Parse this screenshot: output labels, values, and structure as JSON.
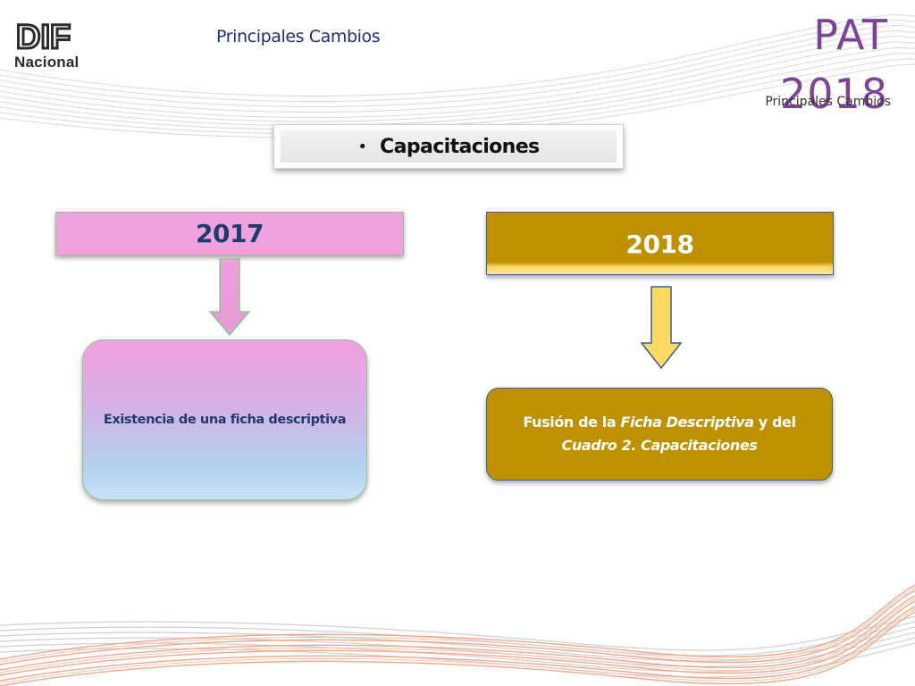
{
  "header": {
    "logo_top": "DIF",
    "logo_bottom": "Nacional",
    "title": "Principales Cambios",
    "pat_line1": "PAT",
    "pat_line2": "2018",
    "pat_subtitle": "Principales Cambios"
  },
  "banner": {
    "bullet": "•",
    "text": "Capacitaciones"
  },
  "left": {
    "year": "2017",
    "description": "Existencia de una ficha descriptiva"
  },
  "right": {
    "year": "2018",
    "description_parts": [
      "Fusión de la ",
      "Ficha Descriptiva",
      " y del",
      "Cuadro 2. Capacitaciones"
    ]
  },
  "colors": {
    "pink": "#efa2df",
    "gold": "#bf9000",
    "navy_text": "#1f3b6e",
    "purple": "#7b4496"
  },
  "icons": {
    "arrow_2017": "down-arrow-icon",
    "arrow_2018": "down-arrow-icon"
  }
}
